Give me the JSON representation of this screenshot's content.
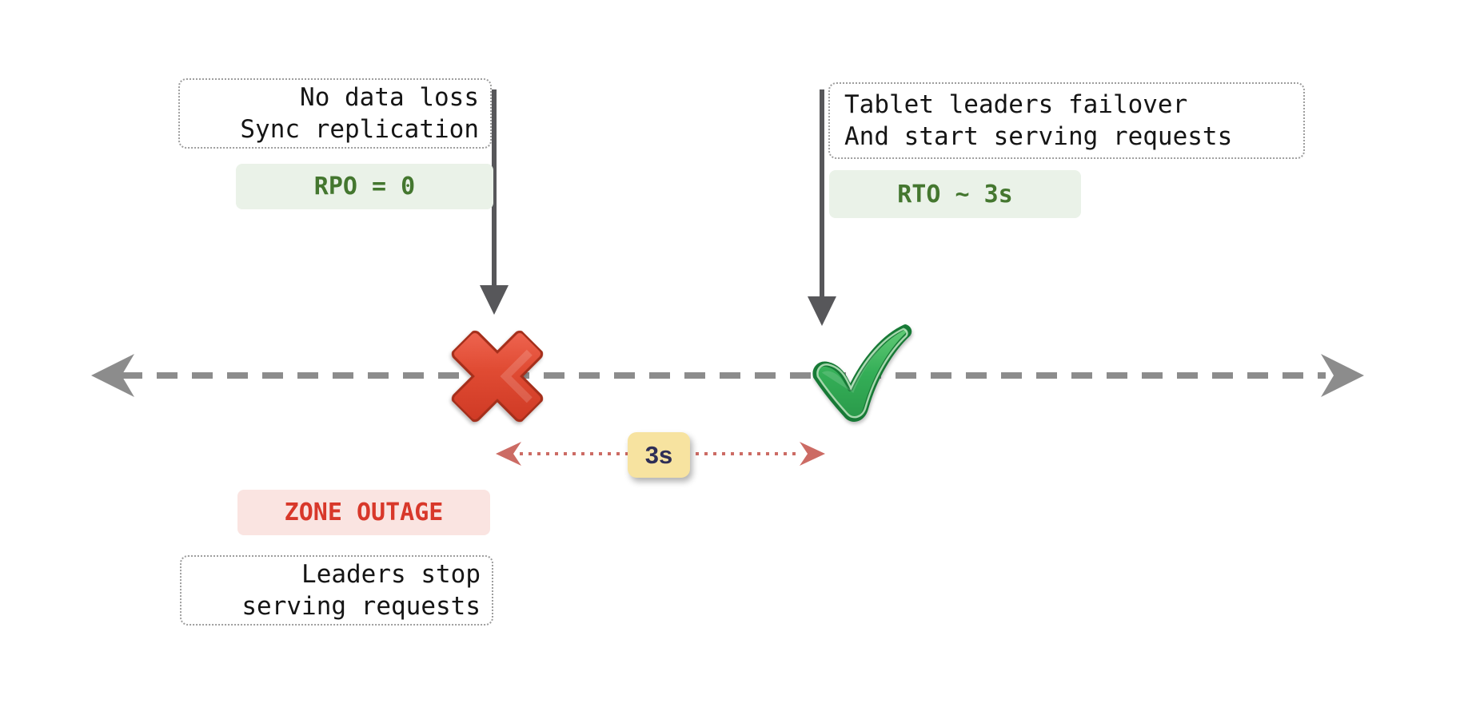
{
  "notes": {
    "sync_replication": {
      "line1": "No data loss",
      "line2": "Sync replication"
    },
    "failover": {
      "line1": "Tablet leaders failover",
      "line2": "And start serving requests"
    },
    "leaders_stop": {
      "line1": "Leaders stop",
      "line2": "serving requests"
    }
  },
  "badges": {
    "rpo": {
      "label": "RPO = 0",
      "bg": "#EAF2E8",
      "color": "#44772F"
    },
    "rto": {
      "label": "RTO ~ 3s",
      "bg": "#EAF2E8",
      "color": "#44772F"
    },
    "zone_outage": {
      "label": "ZONE OUTAGE",
      "bg": "#FAE4E1",
      "color": "#D8382A"
    },
    "duration": {
      "label": "3s",
      "bg": "#F7E3A0",
      "color": "#2E2E56"
    }
  },
  "icons": {
    "outage_marker": "cross-mark-icon",
    "recovery_marker": "check-mark-icon",
    "timeline_left_end": "arrow-left-icon",
    "timeline_right_end": "arrow-right-icon",
    "event_pointer": "arrow-down-icon",
    "duration_span": "double-headed-dotted-arrow-icon"
  },
  "colors": {
    "timeline": "#8C8C8C",
    "event_arrow": "#57575A",
    "duration_arrow": "#CC6B64",
    "note_border": "#9E9E9E",
    "cross_red": "#D63A26",
    "check_green": "#2EA14E"
  }
}
